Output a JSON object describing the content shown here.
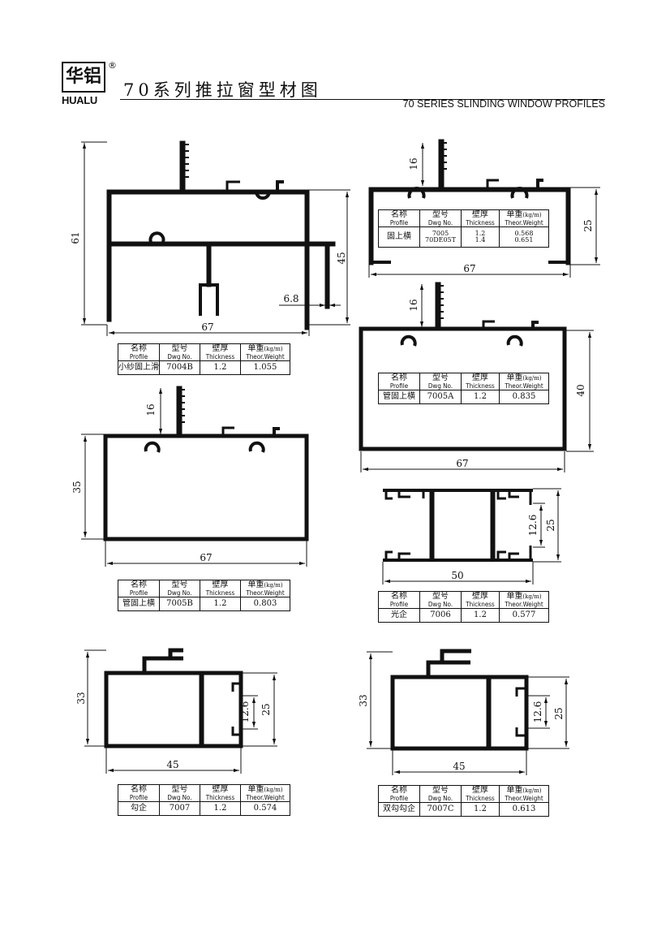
{
  "logo": {
    "cn": "华铝",
    "en": "HUALU",
    "reg": "®"
  },
  "title_cn": "70系列推拉窗型材图",
  "title_en": "70 SERIES SLINDING WINDOW PROFILES",
  "table_headers": {
    "name_cn": "名称",
    "name_en": "Profile",
    "dwg_cn": "型号",
    "dwg_en": "Dwg No.",
    "thick_cn": "壁厚",
    "thick_en": "Thickness",
    "weight_cn": "单重",
    "weight_unit": "(kg/m)",
    "weight_en": "Theor.Weight"
  },
  "profiles": [
    {
      "name": "小纱固上滑",
      "dwg": "7004B",
      "thickness": "1.2",
      "weight": "1.055",
      "dims": {
        "width": "67",
        "height": "61",
        "inner": "45",
        "offset": "6.8"
      }
    },
    {
      "name": "固上横",
      "dwg": "7005",
      "dwg2": "70DE05T",
      "thickness": "1.2",
      "thickness2": "1.4",
      "weight": "0.568",
      "weight2": "0.651",
      "dims": {
        "width": "67",
        "height": "25",
        "fin": "16"
      }
    },
    {
      "name": "管固上横",
      "dwg": "7005A",
      "thickness": "1.2",
      "weight": "0.835",
      "dims": {
        "width": "67",
        "height": "40",
        "fin": "16"
      }
    },
    {
      "name": "管固上横",
      "dwg": "7005B",
      "thickness": "1.2",
      "weight": "0.803",
      "dims": {
        "width": "67",
        "height": "35",
        "fin": "16"
      }
    },
    {
      "name": "光企",
      "dwg": "7006",
      "thickness": "1.2",
      "weight": "0.577",
      "dims": {
        "width": "50",
        "height": "25",
        "inner": "12.6"
      }
    },
    {
      "name": "勾企",
      "dwg": "7007",
      "thickness": "1.2",
      "weight": "0.574",
      "dims": {
        "width": "45",
        "height": "33",
        "inner": "25",
        "inner2": "12.6"
      }
    },
    {
      "name": "双勾勾企",
      "dwg": "7007C",
      "thickness": "1.2",
      "weight": "0.613",
      "dims": {
        "width": "45",
        "height": "33",
        "inner": "25",
        "inner2": "12.6"
      }
    }
  ]
}
